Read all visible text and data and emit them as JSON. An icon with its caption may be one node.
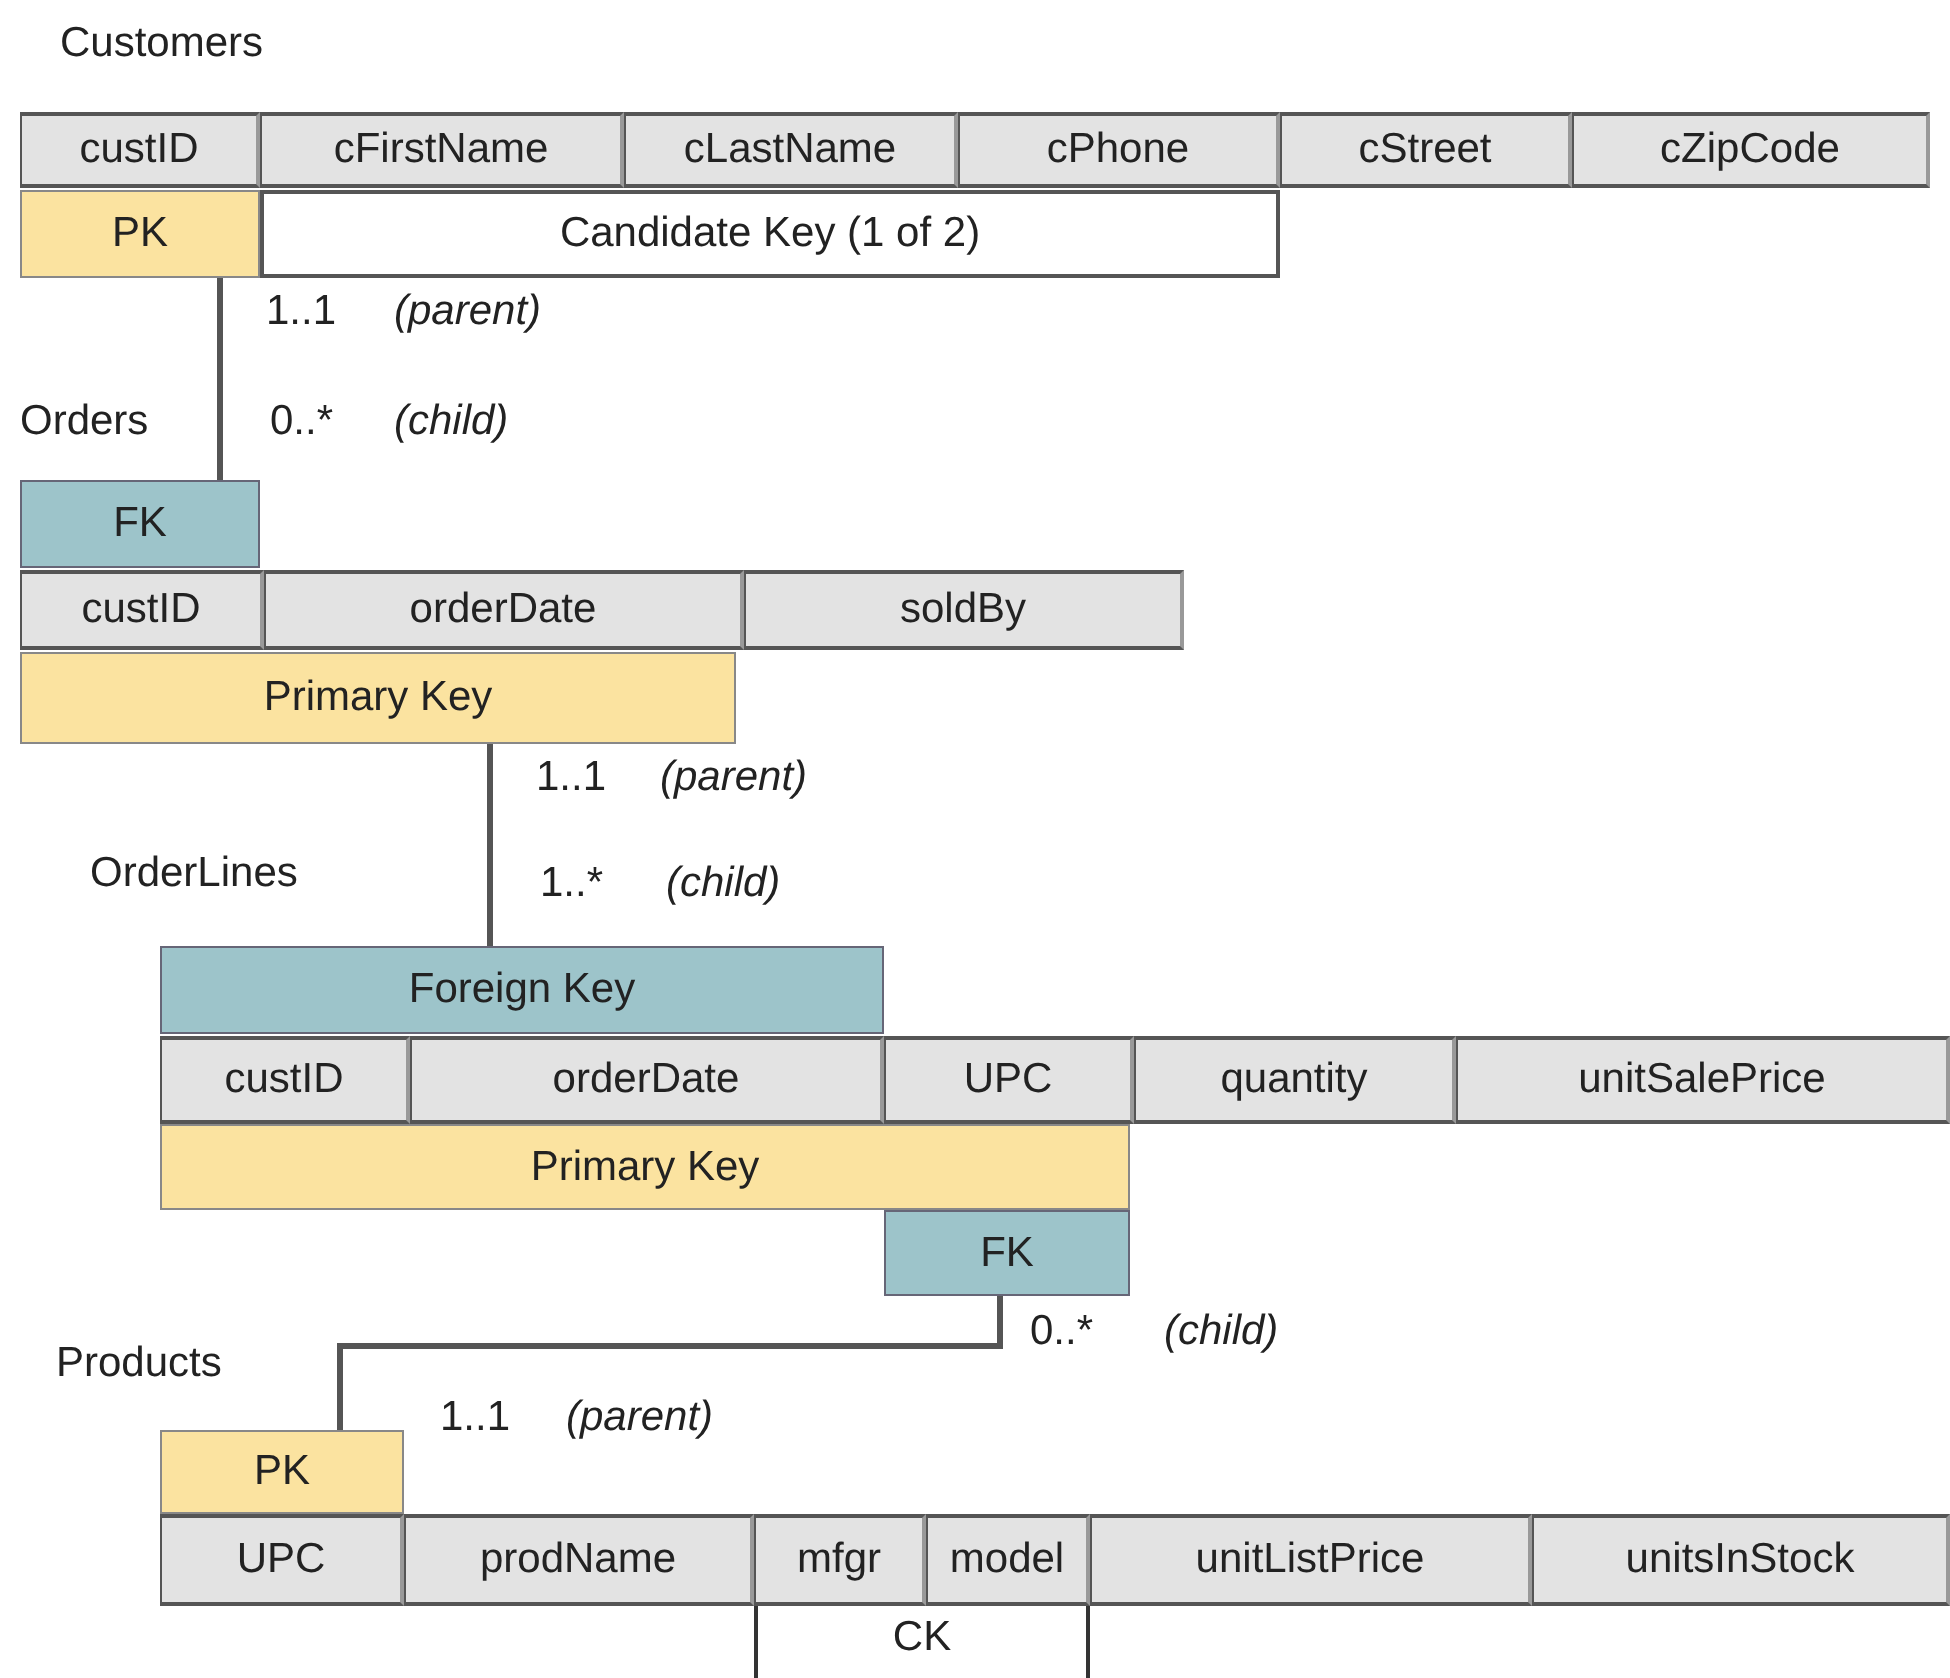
{
  "diagram": {
    "nodes": [
      {
        "text": [
          "custID"
        ]
      },
      {
        "text": [
          "cFirstName"
        ]
      },
      {
        "text": [
          "cLastName"
        ]
      },
      {
        "text": [
          "cPhone"
        ]
      },
      {
        "text": [
          "cStreet"
        ]
      },
      {
        "text": [
          "cZipCode"
        ]
      },
      {
        "text": [
          "PK"
        ]
      },
      {
        "text": [
          "Candidate Key (1 of 2)"
        ]
      },
      {
        "text": [
          "FK"
        ]
      },
      {
        "text": [
          "custID"
        ]
      },
      {
        "text": [
          "orderDate"
        ]
      },
      {
        "text": [
          "soldBy"
        ]
      },
      {
        "text": [
          "Primary Key"
        ]
      },
      {
        "text": [
          "Foreign Key"
        ]
      },
      {
        "text": [
          "custID"
        ]
      },
      {
        "text": [
          "orderDate"
        ]
      },
      {
        "text": [
          "UPC"
        ]
      },
      {
        "text": [
          "quantity"
        ]
      },
      {
        "text": [
          "unitSalePrice"
        ]
      },
      {
        "text": [
          "Primary Key"
        ]
      },
      {
        "text": [
          "FK"
        ]
      },
      {
        "text": [
          "PK"
        ]
      },
      {
        "text": [
          "UPC"
        ]
      },
      {
        "text": [
          "prodName"
        ]
      },
      {
        "text": [
          "mfgr"
        ]
      },
      {
        "text": [
          "model"
        ]
      },
      {
        "text": [
          "unitListPrice"
        ]
      },
      {
        "text": [
          "unitsInStock"
        ]
      },
      {
        "text": [
          "CK"
        ]
      }
    ],
    "edges": [
      {
        "from": 6,
        "to": 8,
        "arrow": "none"
      },
      {
        "from": 12,
        "to": 13,
        "arrow": "none"
      },
      {
        "from": 20,
        "to": 21,
        "arrow": "none"
      }
    ],
    "labels": [
      "Customers",
      "1..1",
      "(parent)",
      "Orders",
      "0..*",
      "(child)",
      "1..1",
      "(parent)",
      "OrderLines",
      "1..*",
      "(child)",
      "0..*",
      "(child)",
      "Products",
      "1..1",
      "(parent)"
    ]
  }
}
